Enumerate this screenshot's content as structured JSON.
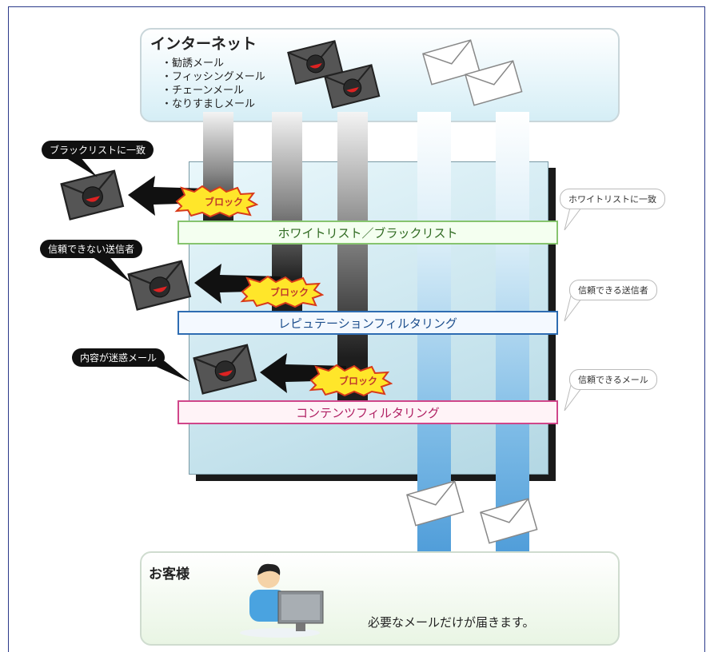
{
  "internet": {
    "title": "インターネット",
    "items": [
      "・勧誘メール",
      "・フィッシングメール",
      "・チェーンメール",
      "・なりすましメール"
    ]
  },
  "filters": {
    "whitelist_blacklist": "ホワイトリスト／ブラックリスト",
    "reputation": "レピュテーションフィルタリング",
    "content": "コンテンツフィルタリング"
  },
  "blocked_callouts": {
    "blacklist_match": "ブラックリストに一致",
    "untrusted_sender": "信頼できない送信者",
    "spam_content": "内容が迷惑メール"
  },
  "block_label": "ブロック",
  "passed_callouts": {
    "whitelist_match": "ホワイトリストに一致",
    "trusted_sender": "信頼できる送信者",
    "trusted_mail": "信頼できるメール"
  },
  "customer": {
    "title": "お客様",
    "message": "必要なメールだけが届きます。"
  },
  "colors": {
    "whitelist_border": "#86c46e",
    "reputation_border": "#2e6cb2",
    "content_border": "#d0468a",
    "block_burst": "#ffe62a",
    "good_stream": "#5ba8de"
  }
}
